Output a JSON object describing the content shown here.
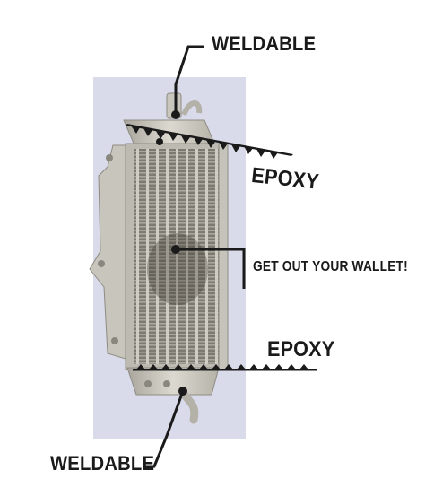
{
  "labels": {
    "weldable_top": "WELDABLE",
    "epoxy_top": "EPOXY",
    "wallet": "GET OUT YOUR WALLET!",
    "epoxy_bottom": "EPOXY",
    "weldable_bottom": "WELDABLE"
  },
  "colors": {
    "background": "#ffffff",
    "backdrop": "#d9dbea",
    "metal": "#c9c6bd",
    "core_dark": "#5b5a52",
    "annotation": "#1a1a1a"
  }
}
